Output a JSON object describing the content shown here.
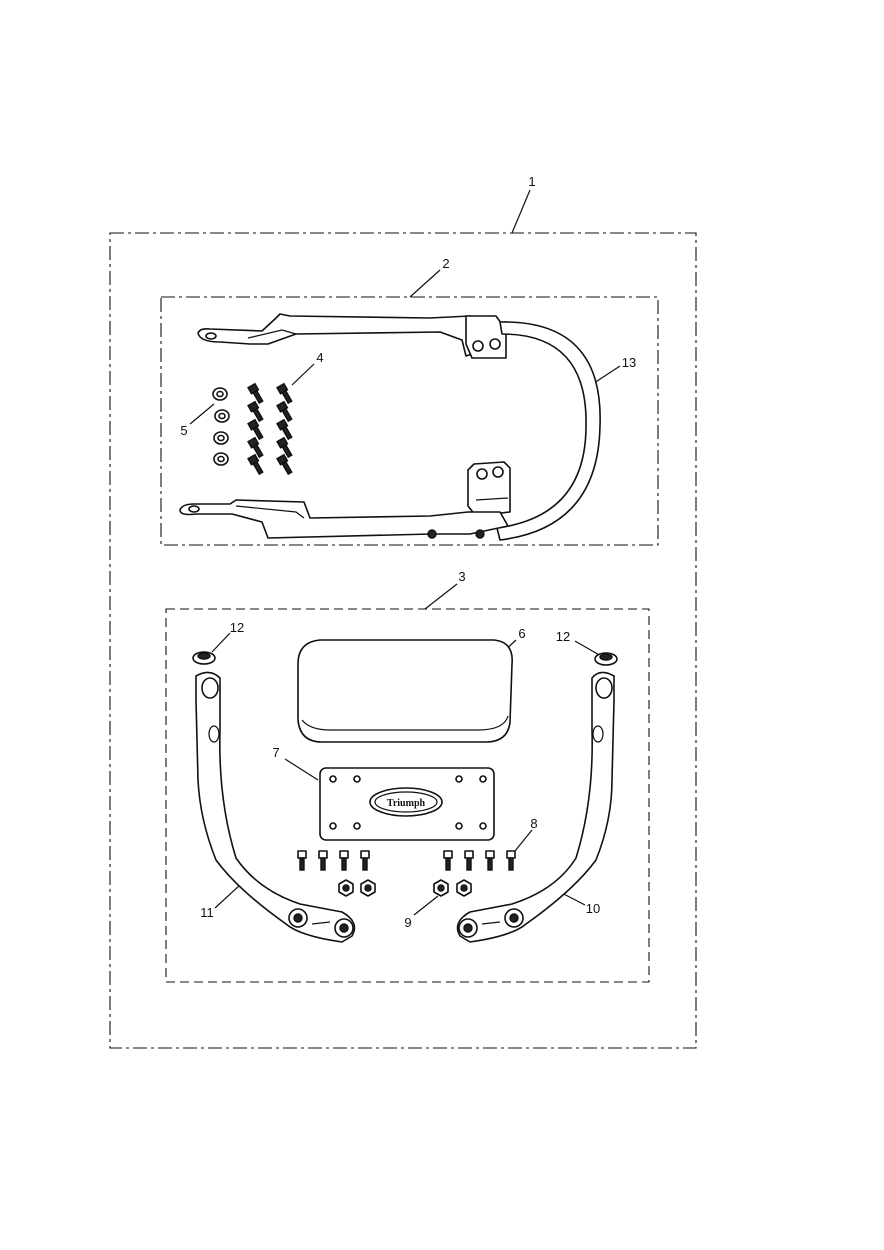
{
  "callouts": {
    "c1": "1",
    "c2": "2",
    "c3": "3",
    "c4": "4",
    "c5": "5",
    "c6": "6",
    "c7": "7",
    "c8": "8",
    "c9": "9",
    "c10": "10",
    "c11": "11",
    "c12_left": "12",
    "c12_right": "12",
    "c13": "13"
  },
  "logo": {
    "text": "Triumph"
  }
}
